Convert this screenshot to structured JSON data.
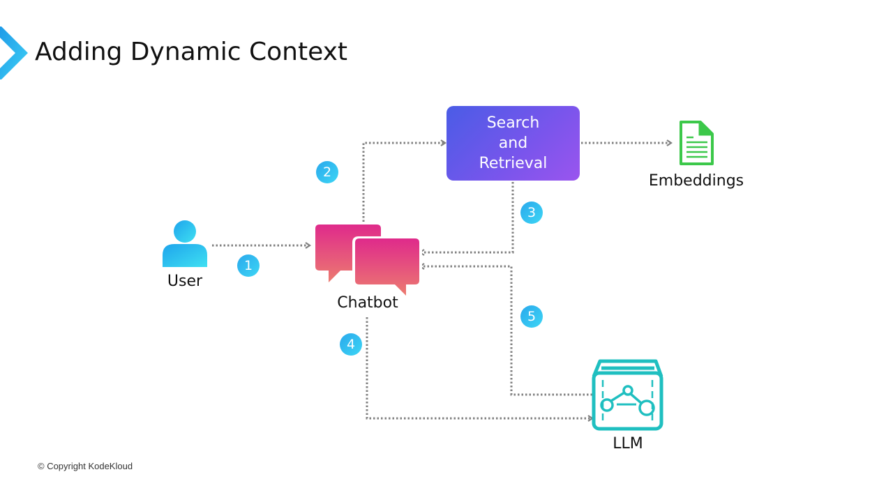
{
  "title": "Adding Dynamic Context",
  "copyright": "© Copyright KodeKloud",
  "nodes": {
    "user": {
      "label": "User",
      "icon": "user-icon"
    },
    "chatbot": {
      "label": "Chatbot",
      "icon": "chat-bubbles-icon"
    },
    "search": {
      "label": "Search\nand\nRetrieval"
    },
    "embeddings": {
      "label": "Embeddings",
      "icon": "document-icon"
    },
    "llm": {
      "label": "LLM",
      "icon": "llm-box-icon"
    }
  },
  "steps": [
    "1",
    "2",
    "3",
    "4",
    "5"
  ],
  "colors": {
    "accent": "#29b6f6",
    "search_box_start": "#4a5ce6",
    "search_box_end": "#9a55ee",
    "chatbot_top": "#e0288a",
    "chatbot_bottom": "#ec7a70",
    "embeddings": "#3cc84a",
    "llm": "#1fbfc0",
    "arrow": "#808080"
  }
}
